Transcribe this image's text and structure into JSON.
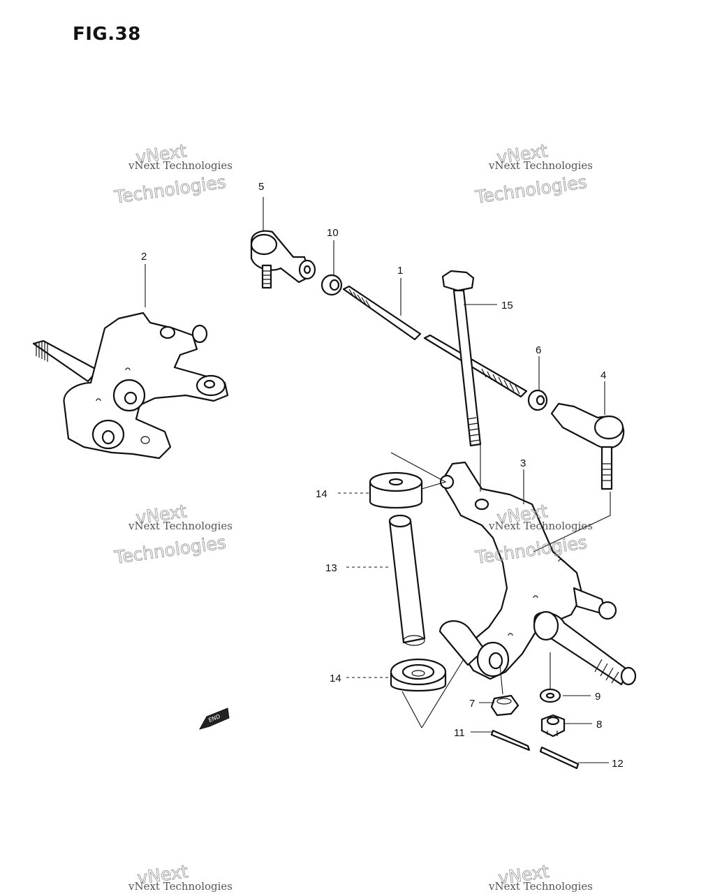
{
  "figure": {
    "title": "FIG.38"
  },
  "watermark": {
    "line1": "vNext",
    "line2": "Technologies",
    "caption": "vNext Technologies"
  },
  "callouts": [
    {
      "id": "1",
      "label": "1"
    },
    {
      "id": "2",
      "label": "2"
    },
    {
      "id": "3",
      "label": "3"
    },
    {
      "id": "4",
      "label": "4"
    },
    {
      "id": "5",
      "label": "5"
    },
    {
      "id": "6",
      "label": "6"
    },
    {
      "id": "7",
      "label": "7"
    },
    {
      "id": "8",
      "label": "8"
    },
    {
      "id": "9",
      "label": "9"
    },
    {
      "id": "10",
      "label": "10"
    },
    {
      "id": "11",
      "label": "11"
    },
    {
      "id": "12",
      "label": "12"
    },
    {
      "id": "13",
      "label": "13"
    },
    {
      "id": "14a",
      "label": "14"
    },
    {
      "id": "14b",
      "label": "14"
    },
    {
      "id": "15",
      "label": "15"
    }
  ],
  "end_mark": {
    "label": "END"
  },
  "colors": {
    "line": "#111111",
    "watermark": "#9a9a9a",
    "background": "#ffffff"
  }
}
